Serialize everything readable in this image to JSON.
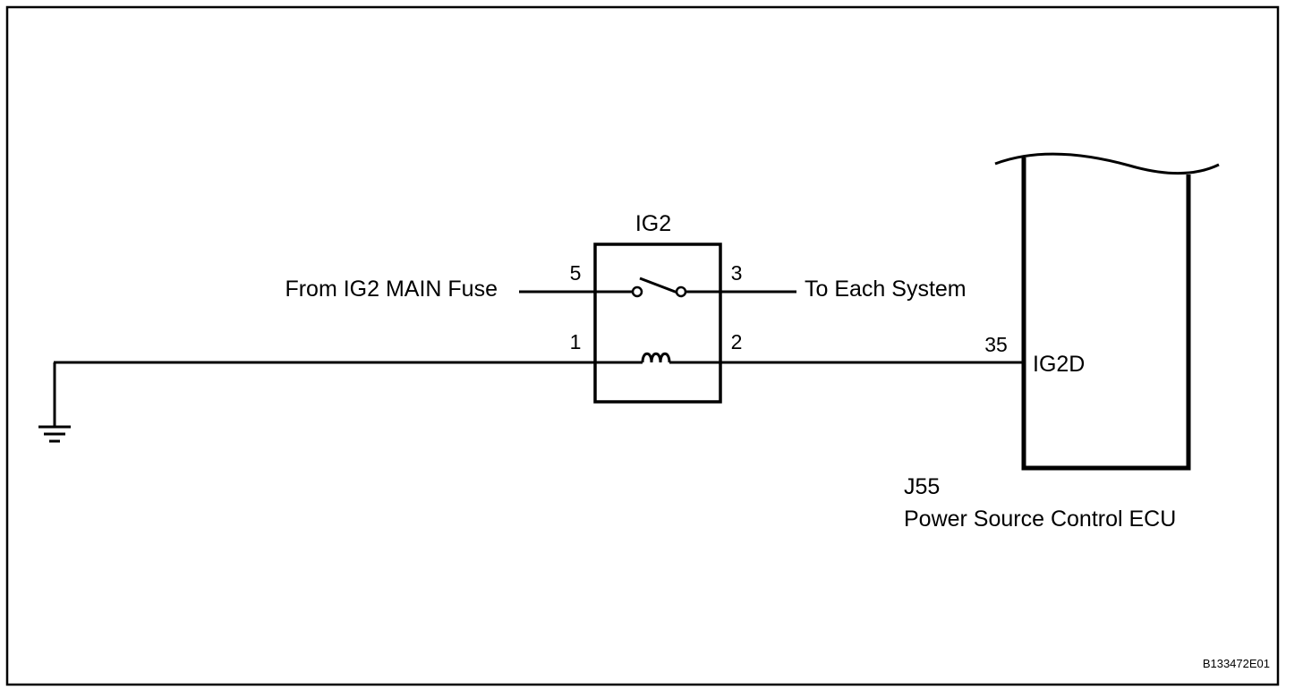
{
  "relay": {
    "name": "IG2",
    "pins": {
      "p5": "5",
      "p3": "3",
      "p1": "1",
      "p2": "2"
    }
  },
  "labels": {
    "from_fuse": "From IG2 MAIN Fuse",
    "to_system": "To Each System"
  },
  "ecu": {
    "pin": "35",
    "terminal": "IG2D",
    "connector": "J55",
    "name": "Power Source Control ECU"
  },
  "figure_id": "B133472E01"
}
